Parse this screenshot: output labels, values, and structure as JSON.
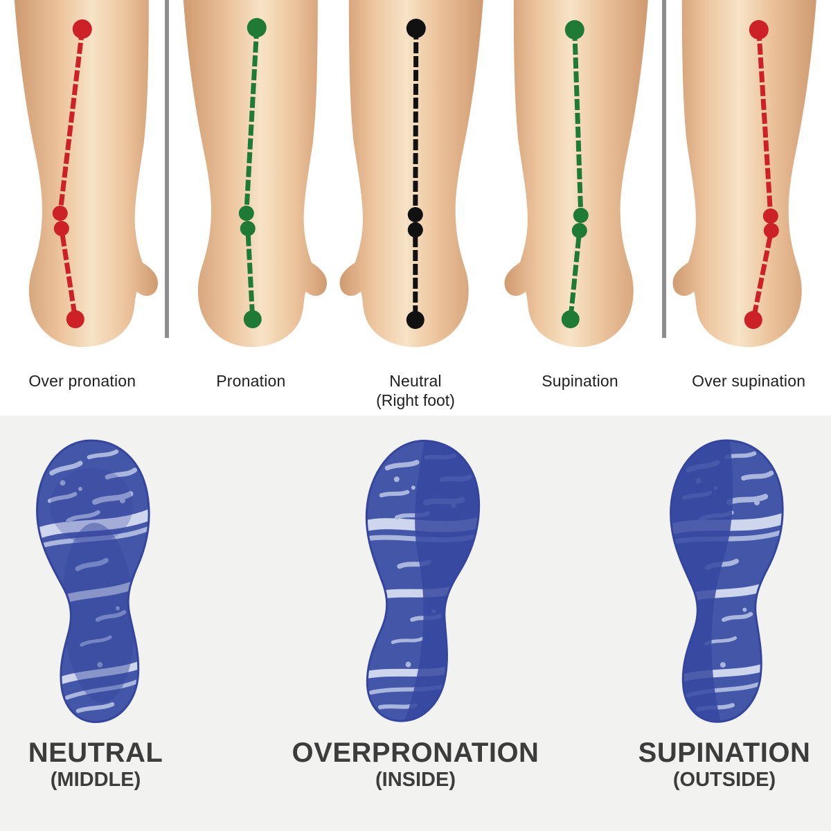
{
  "title": "Foot pronation types diagram",
  "colors": {
    "top_bg": "#ffffff",
    "bottom_bg": "#f2f2f1",
    "divider": "#8d8d8d",
    "top_label": "#1f1f1f",
    "bottom_label": "#3c3c3c",
    "skin_edge": "#cf9a70",
    "skin_mid": "#ecc39c",
    "skin_light": "#f7e3c6",
    "print_base": "#4456a7",
    "print_dark": "#3646a0",
    "print_light": "#a9b7de",
    "print_pale": "#cdd6ec",
    "print_outline": "#35459e"
  },
  "top_section": {
    "line_style": {
      "width": 7,
      "dash": "16 4",
      "dot_radii": [
        14,
        11,
        11,
        13
      ]
    },
    "divider_after": [
      0,
      3
    ],
    "panels": [
      {
        "label": "Over pronation",
        "sublabel": "",
        "color": "#cb2127",
        "foot": "left",
        "line": {
          "points": [
            [
              118,
              42
            ],
            [
              86,
              308
            ],
            [
              88,
              330
            ],
            [
              108,
              461
            ]
          ]
        }
      },
      {
        "label": "Pronation",
        "sublabel": "",
        "color": "#1e7a34",
        "foot": "left",
        "line": {
          "points": [
            [
              126,
              40
            ],
            [
              111,
              308
            ],
            [
              113,
              330
            ],
            [
              120,
              461
            ]
          ]
        }
      },
      {
        "label": "Neutral",
        "sublabel": "(Right foot)",
        "color": "#111111",
        "foot": "right",
        "line": {
          "points": [
            [
              119,
              41
            ],
            [
              118,
              310
            ],
            [
              118,
              332
            ],
            [
              118,
              462
            ]
          ]
        }
      },
      {
        "label": "Supination",
        "sublabel": "",
        "color": "#1e7a34",
        "foot": "right",
        "line": {
          "points": [
            [
              110,
              43
            ],
            [
              119,
              311
            ],
            [
              117,
              333
            ],
            [
              104,
              461
            ]
          ]
        }
      },
      {
        "label": "Over supination",
        "sublabel": "",
        "color": "#cb2127",
        "foot": "right",
        "line": {
          "points": [
            [
              133,
              43
            ],
            [
              150,
              312
            ],
            [
              151,
              333
            ],
            [
              125,
              462
            ]
          ]
        }
      }
    ]
  },
  "bottom_section": {
    "prints": [
      {
        "label": "NEUTRAL",
        "sublabel": "(MIDDLE)",
        "emphasis": "middle",
        "tilt": -3
      },
      {
        "label": "OVERPRONATION",
        "sublabel": "(INSIDE)",
        "emphasis": "inside",
        "tilt": 5
      },
      {
        "label": "SUPINATION",
        "sublabel": "(OUTSIDE)",
        "emphasis": "outside",
        "tilt": 1
      }
    ]
  }
}
